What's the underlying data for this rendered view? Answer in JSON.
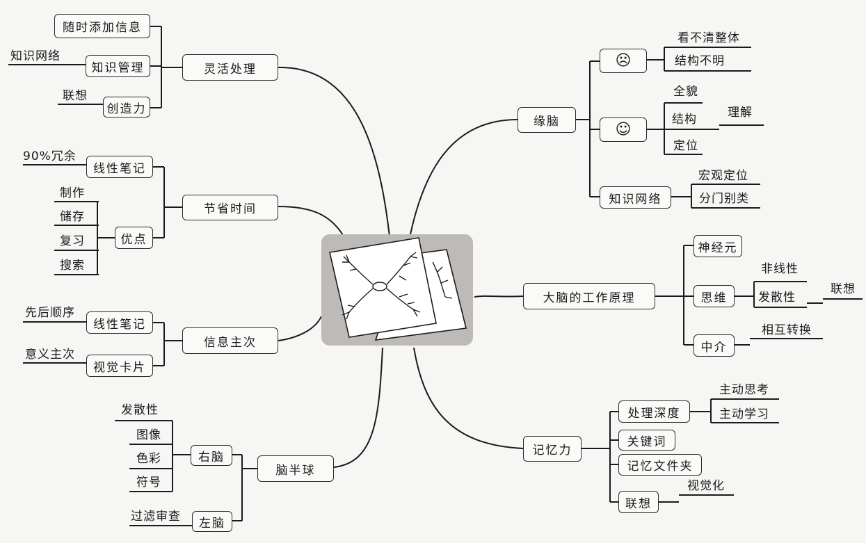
{
  "center": {
    "icon": "mind-map-sheets-icon"
  },
  "branches": {
    "flexible": {
      "label": "灵活处理",
      "items": {
        "add_info": "随时添加信息",
        "knowledge_mgmt": "知识管理",
        "creativity": "创造力"
      },
      "leaves": {
        "knowledge_network": "知识网络",
        "association": "联想"
      }
    },
    "save_time": {
      "label": "节省时间",
      "items": {
        "linear_notes": "线性笔记",
        "advantages": "优点"
      },
      "leaves": {
        "redundancy": "90%冗余",
        "make": "制作",
        "store": "储存",
        "review": "复习",
        "search": "搜索"
      }
    },
    "info_priority": {
      "label": "信息主次",
      "items": {
        "linear_notes": "线性笔记",
        "visual_cards": "视觉卡片"
      },
      "leaves": {
        "sequence": "先后顺序",
        "meaning_priority": "意义主次"
      }
    },
    "hemispheres": {
      "label": "脑半球",
      "items": {
        "right_brain": "右脑",
        "left_brain": "左脑"
      },
      "leaves": {
        "divergent": "发散性",
        "image": "图像",
        "color": "色彩",
        "symbol": "符号",
        "filter_review": "过滤审查"
      }
    },
    "edge_brain": {
      "label": "缘脑",
      "items": {
        "sad_face": "☹",
        "happy_face": "☺",
        "knowledge_network": "知识网络"
      },
      "leaves": {
        "unclear_whole": "看不清整体",
        "unclear_structure": "结构不明",
        "overview": "全貌",
        "structure": "结构",
        "understanding": "理解",
        "positioning": "定位",
        "macro_positioning": "宏观定位",
        "categorize": "分门别类"
      }
    },
    "brain_principle": {
      "label": "大脑的工作原理",
      "items": {
        "neuron": "神经元",
        "thinking": "思维",
        "medium": "中介"
      },
      "leaves": {
        "nonlinear": "非线性",
        "divergent": "发散性",
        "association": "联想",
        "mutual_conversion": "相互转换"
      }
    },
    "memory": {
      "label": "记忆力",
      "items": {
        "processing_depth": "处理深度",
        "keywords": "关键词",
        "memory_folder": "记忆文件夹",
        "association": "联想"
      },
      "leaves": {
        "active_thinking": "主动思考",
        "active_learning": "主动学习",
        "visualization": "视觉化"
      }
    }
  },
  "colors": {
    "line": "#1a1a1a",
    "background": "#f6f6f4",
    "center_frame": "#bdbab8"
  }
}
